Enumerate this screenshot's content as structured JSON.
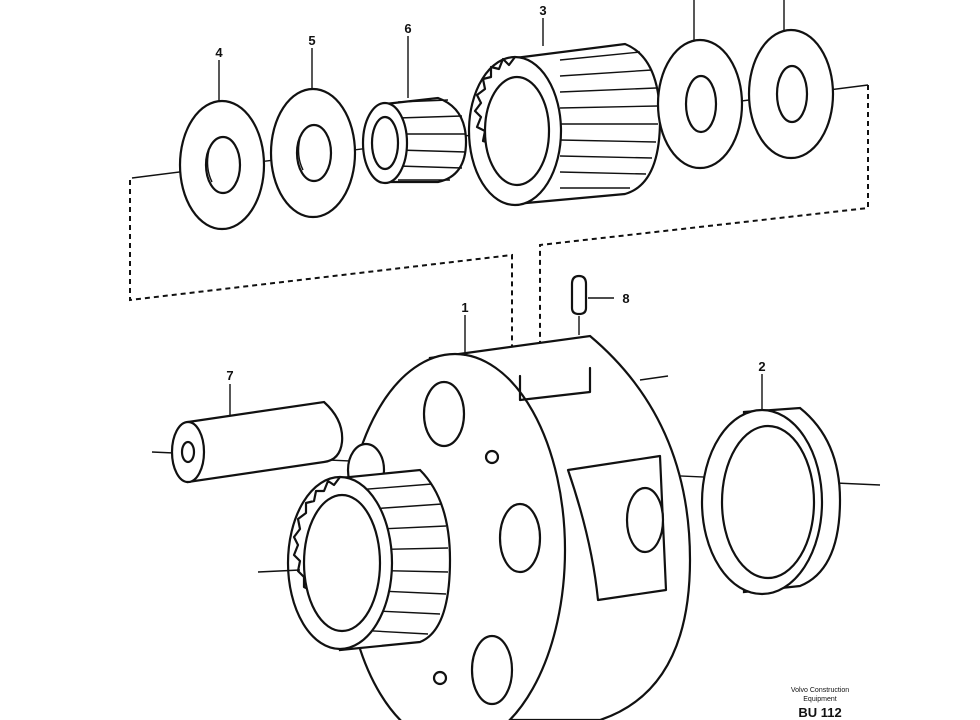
{
  "callouts": {
    "p1": "1",
    "p2": "2",
    "p3": "3",
    "p4": "4",
    "p5": "5",
    "p6": "6",
    "p7": "7",
    "p8": "8"
  },
  "watermark": {
    "line1": "Volvo Construction",
    "line2": "Equipment",
    "code": "BU 112"
  }
}
